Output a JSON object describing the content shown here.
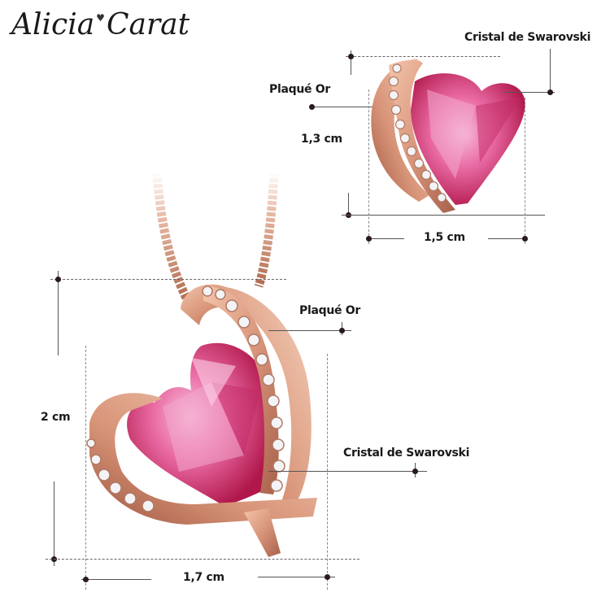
{
  "brand": {
    "name_part1": "Alicia",
    "gem_icon": "♥",
    "name_part2": "Carat"
  },
  "colors": {
    "rose_gold": "#d8957a",
    "rose_gold_dark": "#a8604a",
    "crystal_pink": "#e0457a",
    "crystal_light": "#f3a7cc",
    "crystal_deep": "#b0174a",
    "line": "#555555"
  },
  "small_pendant": {
    "label_crystal": "Cristal de Swarovski",
    "label_plating": "Plaqué Or",
    "height": "1,3 cm",
    "width": "1,5 cm"
  },
  "large_pendant": {
    "label_plating": "Plaqué Or",
    "label_crystal": "Cristal de Swarovski",
    "height": "2 cm",
    "width": "1,7 cm"
  }
}
